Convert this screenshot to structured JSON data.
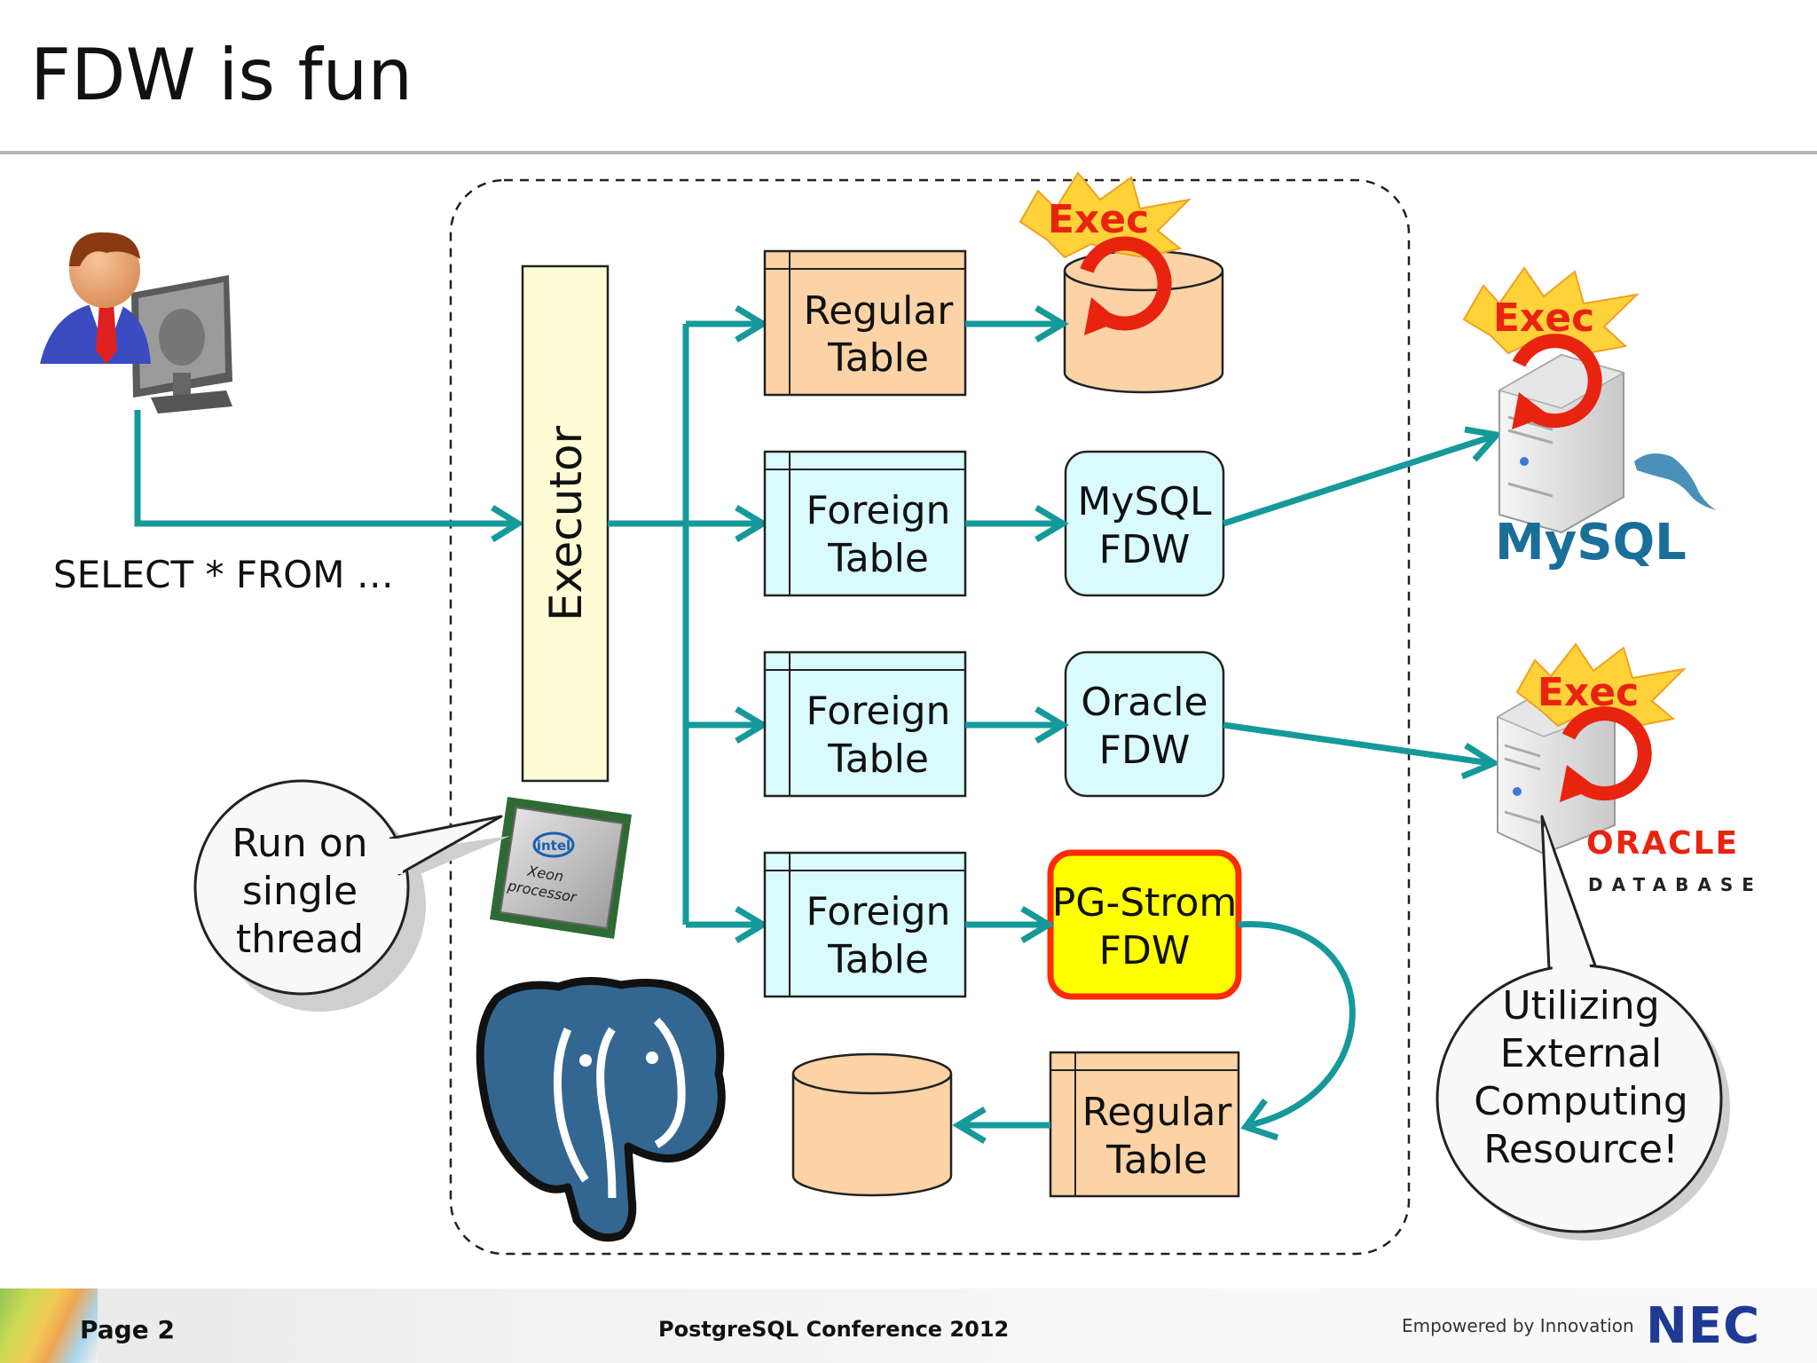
{
  "slide": {
    "title": "FDW is fun",
    "query_text": "SELECT * FROM …",
    "executor_label": "Executor",
    "tables": {
      "regular_top": [
        "Regular",
        "Table"
      ],
      "foreign_1": [
        "Foreign",
        "Table"
      ],
      "foreign_2": [
        "Foreign",
        "Table"
      ],
      "foreign_3": [
        "Foreign",
        "Table"
      ],
      "regular_bottom": [
        "Regular",
        "Table"
      ]
    },
    "fdws": {
      "mysql": [
        "MySQL",
        "FDW"
      ],
      "oracle": [
        "Oracle",
        "FDW"
      ],
      "pgstrom": [
        "PG-Strom",
        "FDW"
      ]
    },
    "exec_label": "Exec",
    "cpu": {
      "brand": "intel",
      "line1": "Xeon",
      "line2": "processor"
    },
    "callouts": {
      "single_thread": [
        "Run on",
        "single",
        "thread"
      ],
      "external": [
        "Utilizing",
        "External",
        "Computing",
        "Resource!"
      ]
    },
    "logos": {
      "mysql": "MySQL",
      "oracle_top": "ORACLE",
      "oracle_bottom": "DATABASE"
    }
  },
  "footer": {
    "page": "Page 2",
    "conference": "PostgreSQL Conference 2012",
    "tagline": "Empowered by Innovation",
    "brand": "NEC"
  },
  "colors": {
    "arrow": "#16999a",
    "regular_fill": "#fbd3a6",
    "foreign_fill": "#d9fbfd",
    "executor_fill": "#fdfcd5",
    "pgstrom_fill": "#ffff00",
    "pgstrom_border": "#ff2a00",
    "exec_red": "#e8230f",
    "postgres_blue": "#336791",
    "nec_blue": "#1f3a93"
  }
}
